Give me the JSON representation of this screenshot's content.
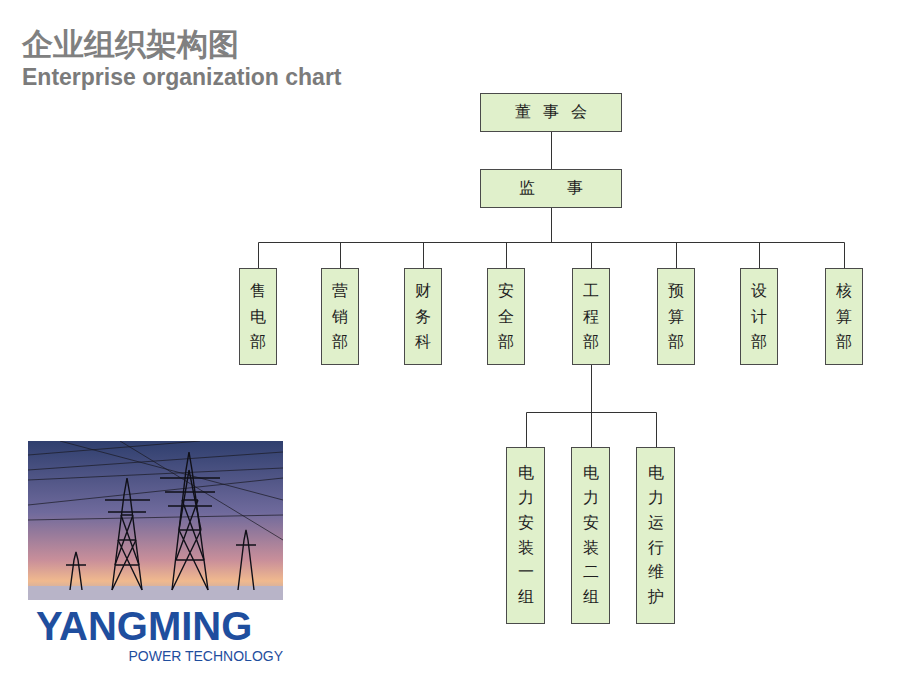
{
  "diagram": {
    "title": "企业组织架构图",
    "nodes": [
      {
        "text": [
          "董事会"
        ]
      },
      {
        "text": [
          "监事"
        ]
      },
      {
        "text": [
          "售电部"
        ]
      },
      {
        "text": [
          "营销部"
        ]
      },
      {
        "text": [
          "财务科"
        ]
      },
      {
        "text": [
          "安全部"
        ]
      },
      {
        "text": [
          "工程部"
        ]
      },
      {
        "text": [
          "预算部"
        ]
      },
      {
        "text": [
          "设计部"
        ]
      },
      {
        "text": [
          "核算部"
        ]
      },
      {
        "text": [
          "电力安装一组"
        ]
      },
      {
        "text": [
          "电力安装二组"
        ]
      },
      {
        "text": [
          "电力运行维护"
        ]
      }
    ],
    "edges": [
      {
        "from": 0,
        "to": 1,
        "arrow": "none"
      },
      {
        "from": 1,
        "to": 2,
        "arrow": "none"
      },
      {
        "from": 1,
        "to": 3,
        "arrow": "none"
      },
      {
        "from": 1,
        "to": 4,
        "arrow": "none"
      },
      {
        "from": 1,
        "to": 5,
        "arrow": "none"
      },
      {
        "from": 1,
        "to": 6,
        "arrow": "none"
      },
      {
        "from": 1,
        "to": 7,
        "arrow": "none"
      },
      {
        "from": 1,
        "to": 8,
        "arrow": "none"
      },
      {
        "from": 1,
        "to": 9,
        "arrow": "none"
      },
      {
        "from": 6,
        "to": 10,
        "arrow": "none"
      },
      {
        "from": 6,
        "to": 11,
        "arrow": "none"
      },
      {
        "from": 6,
        "to": 12,
        "arrow": "none"
      }
    ],
    "labels": [
      "Enterprise organization chart",
      "YANGMING",
      "POWER TECHNOLOGY"
    ]
  }
}
